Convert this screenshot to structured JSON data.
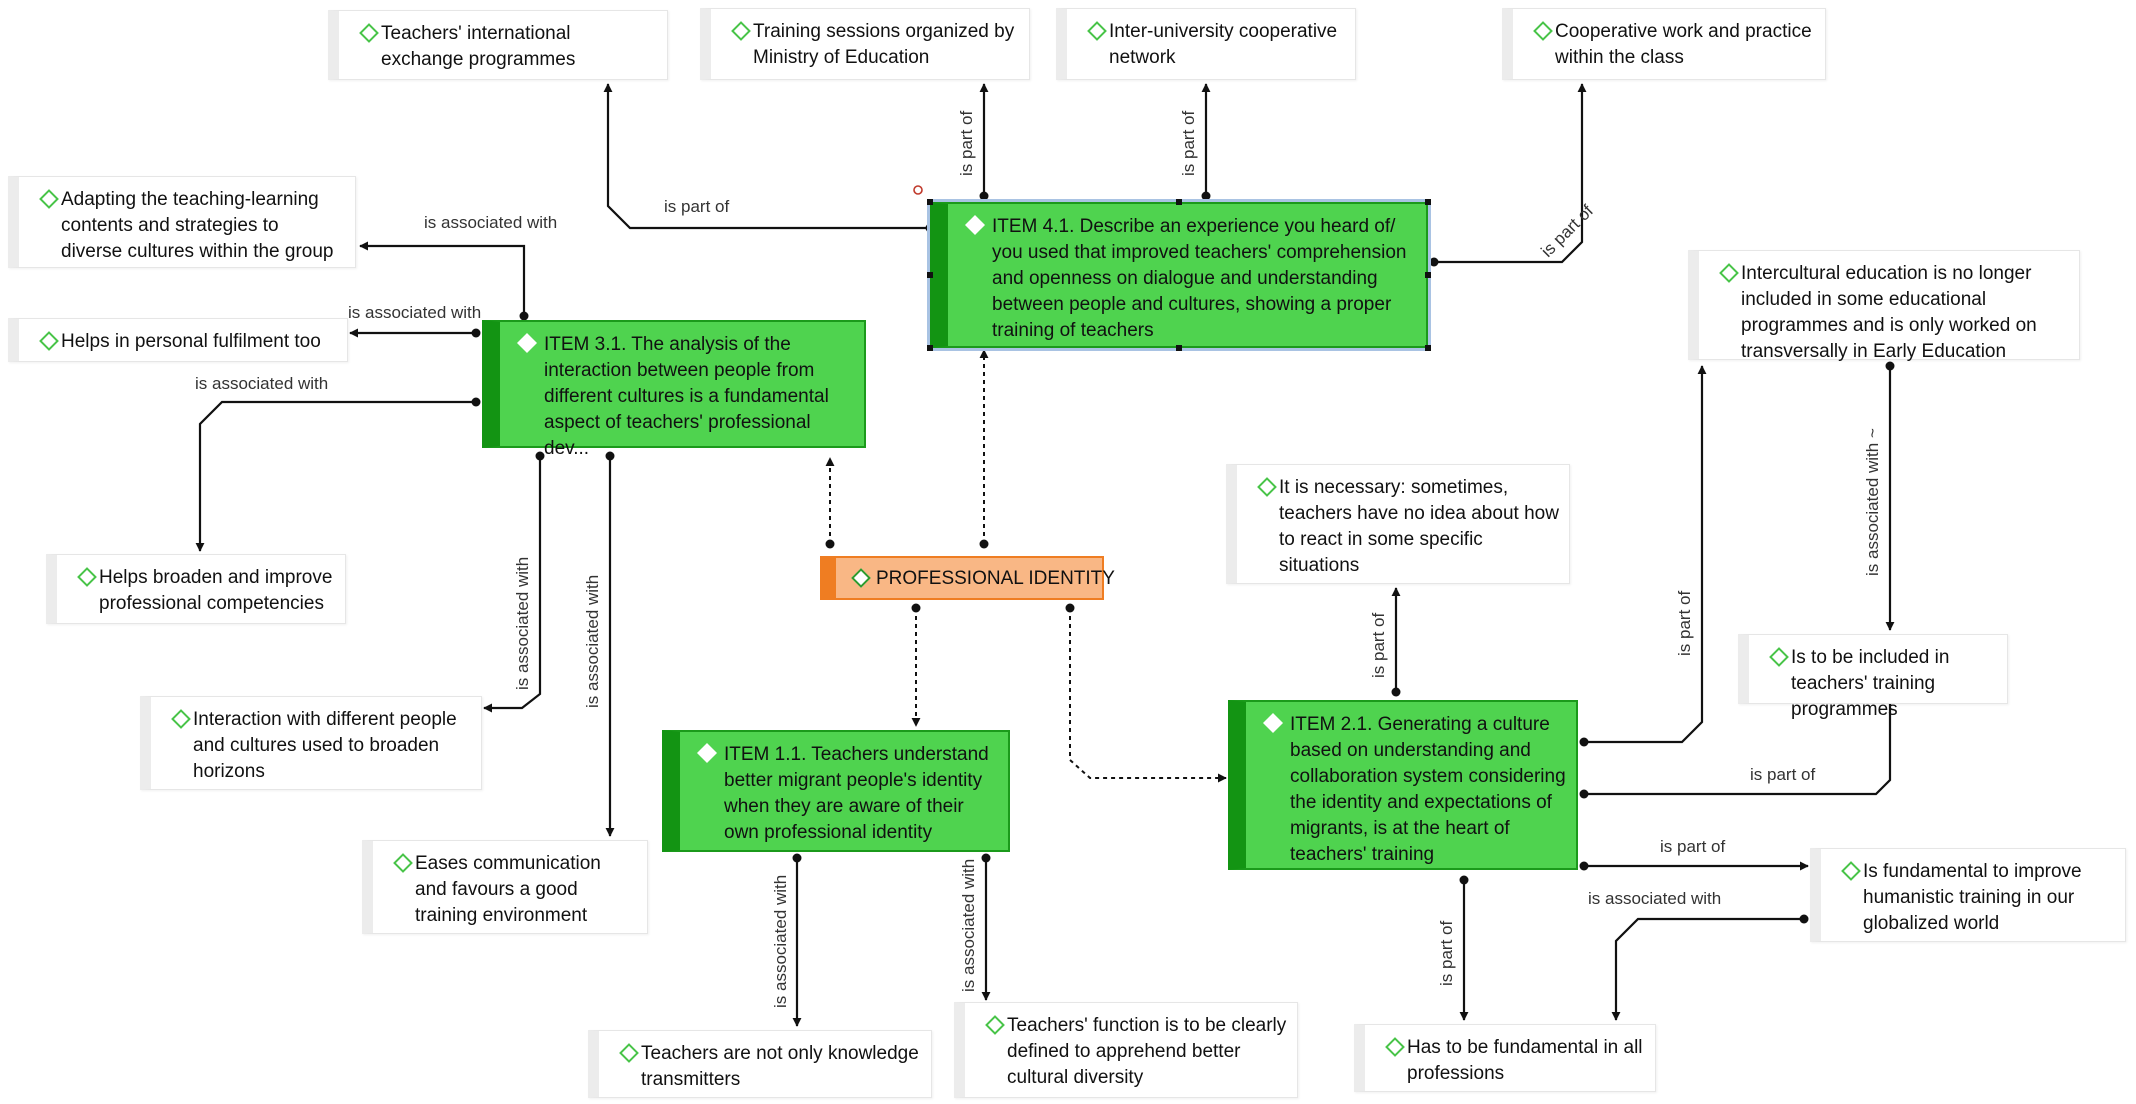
{
  "nodes": {
    "hub": "PROFESSIONAL IDENTITY",
    "item41": "ITEM 4.1. Describe an experience you heard of/ you used that improved teachers' comprehension and openness on dialogue and understanding between people and cultures, showing a proper training of teachers",
    "item31": "ITEM 3.1. The analysis of the interaction between people from different cultures is a fundamental aspect of teachers' professional dev...",
    "item11": "ITEM 1.1. Teachers understand better migrant people's identity when they are aware of their own professional identity",
    "item21": "ITEM 2.1. Generating a culture based on understanding and collaboration system considering the identity and expectations of migrants, is at the heart of teachers' training",
    "exchange": "Teachers' international exchange programmes",
    "ministry": "Training sessions organized by Ministry of Education",
    "interuni": "Inter-university cooperative network",
    "cooperative": "Cooperative work and practice within the class",
    "adapting": "Adapting the teaching-learning contents and strategies to diverse cultures within the group",
    "fulfilment": "Helps in personal fulfilment too",
    "broaden": "Helps broaden and improve professional competencies",
    "interaction": "Interaction with different people and cultures used to broaden horizons",
    "eases": "Eases communication and favours a good training environment",
    "knowledge": "Teachers are not only knowledge transmitters",
    "function": "Teachers' function is to be clearly defined to apprehend better cultural diversity",
    "necessary": "It is necessary: sometimes, teachers have no idea about how to react in some specific situations",
    "intercultural": "Intercultural education is no longer included in some educational programmes and is only worked on transversally in Early Education",
    "included": "Is to be included in teachers' training programmes",
    "humanistic": "Is fundamental to improve humanistic training in our globalized world",
    "allprof": "Has to be fundamental in all professions"
  },
  "relations": {
    "is_part_of": "is part of",
    "is_associated_with": "is associated with",
    "is_associated_with_tilde": "is associated with ~"
  }
}
